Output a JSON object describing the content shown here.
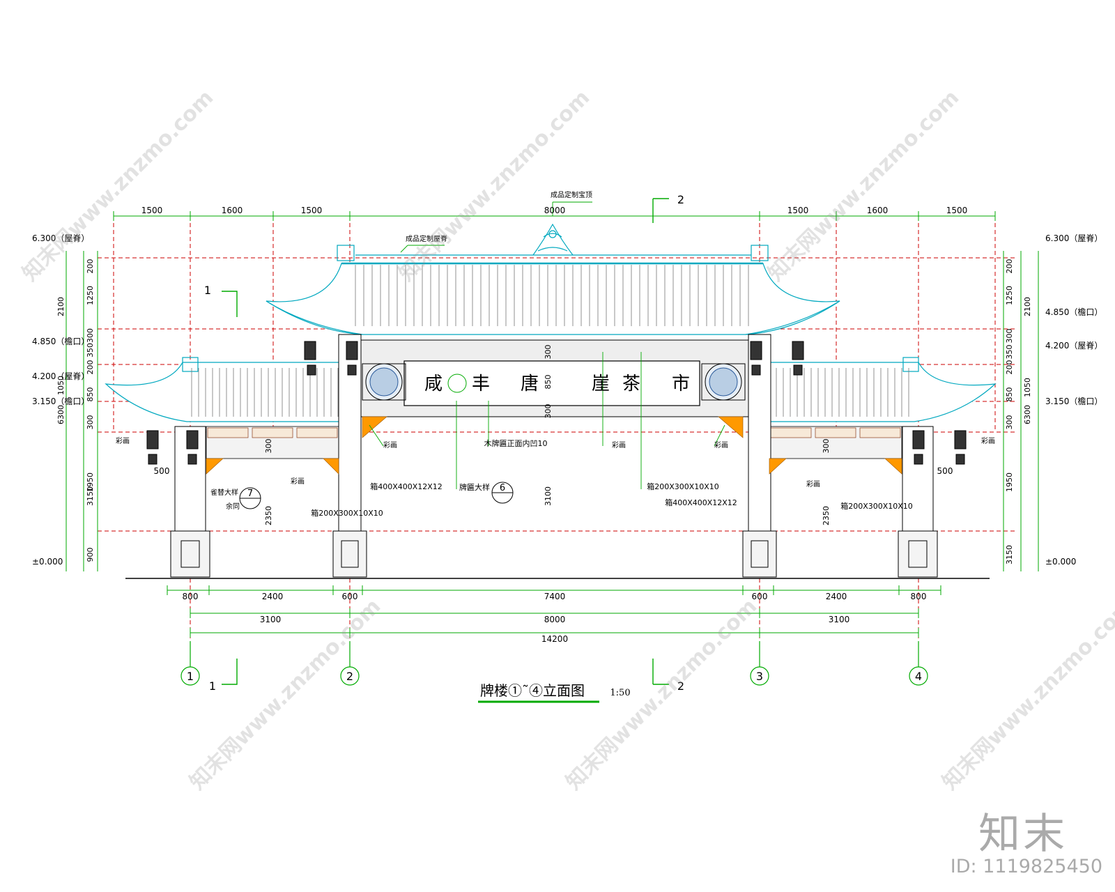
{
  "drawing": {
    "title": "牌楼①˜④立面图",
    "scale": "1:50",
    "plaque_chars": [
      "咸",
      "丰",
      "唐",
      "崖",
      "茶",
      "市"
    ],
    "section_marks": {
      "mark1": "1",
      "mark2": "2"
    },
    "axes": [
      "1",
      "2",
      "3",
      "4"
    ]
  },
  "dims": {
    "top": [
      "1500",
      "1600",
      "1500",
      "8000",
      "1500",
      "1600",
      "1500"
    ],
    "bottom_row1": [
      "800",
      "2400",
      "600",
      "7400",
      "600",
      "2400",
      "800"
    ],
    "bottom_row2": [
      "3100",
      "8000",
      "3100"
    ],
    "bottom_total": "14200",
    "left_outer": [
      "2100",
      "1050",
      "6300"
    ],
    "left_inner": [
      "200",
      "1250",
      "350300",
      "200",
      "850",
      "300",
      "1950",
      "3150",
      "900"
    ],
    "right_inner": [
      "200",
      "1250",
      "300",
      "350",
      "200",
      "850",
      "300",
      "1950",
      "3150",
      "900"
    ],
    "right_outer": [
      "2100",
      "1050",
      "6300"
    ],
    "center_vertical": [
      "300",
      "850",
      "300",
      "3100"
    ],
    "side_vertical": [
      "300",
      "2350"
    ],
    "beam_dims": [
      "500",
      "500"
    ]
  },
  "levels": {
    "left": [
      "6.300（屋脊）",
      "4.850（檐口）",
      "4.200（屋脊）",
      "3.150（檐口）",
      "±0.000"
    ],
    "right": [
      "6.300（屋脊）",
      "4.850（檐口）",
      "4.200（屋脊）",
      "3.150（檐口）",
      "±0.000"
    ]
  },
  "notes": {
    "top_ornament": "成品定制宝顶",
    "ridge": "成品定制屋脊",
    "caihua": "彩画",
    "plaque_board": "木牌匾正面内凹10",
    "plaque_detail": "牌匾大样",
    "plaque_detail_no": "6",
    "bracket_detail": "雀替大样",
    "bracket_sub": "余同",
    "bracket_detail_no": "7",
    "steel_col": "箱400X400X12X12",
    "steel_beam_a": "箱200X300X10X10",
    "steel_beam_b": "箱200X300X10X10",
    "steel_col_r": "箱400X400X12X12",
    "steel_beam_r": "箱200X300X10X10"
  },
  "watermark": {
    "text": "知末网www.znzmo.com",
    "logo": "知末",
    "id": "ID: 1119825450"
  },
  "colors": {
    "dim": "#00aa00",
    "axis": "#cc0000",
    "roof": "#00bcd4",
    "bracket": "#ff9900",
    "line": "#000000"
  }
}
